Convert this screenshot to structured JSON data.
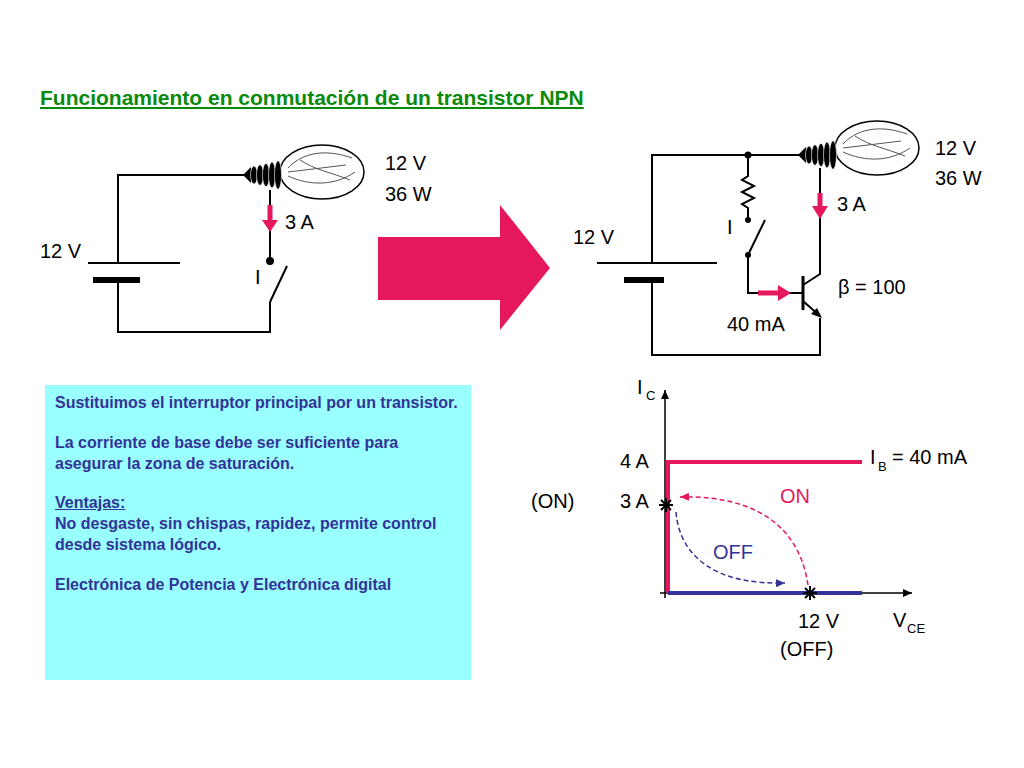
{
  "diagram": {
    "title": "Funcionamiento en conmutación de un transistor NPN",
    "nodes": [
      {
        "text": [
          "Sustituimos el interruptor principal por un transistor.",
          "La corriente de base debe ser suficiente para asegurar la zona de saturación.",
          "Ventajas:",
          "No desgaste, sin chispas, rapidez,  permite control desde sistema lógico.",
          "Electrónica de Potencia y Electrónica digital"
        ]
      }
    ],
    "labels": [
      "12 V",
      "36 W",
      "3 A",
      "12 V",
      "I",
      "12 V",
      "36 W",
      "3 A",
      "I",
      "12 V",
      "β = 100",
      "40 mA",
      "I",
      "C",
      "4 A",
      "I",
      "B",
      "= 40 mA",
      "ON",
      "(ON)",
      "3 A",
      "OFF",
      "12 V",
      "(OFF)",
      "V",
      "CE"
    ]
  }
}
